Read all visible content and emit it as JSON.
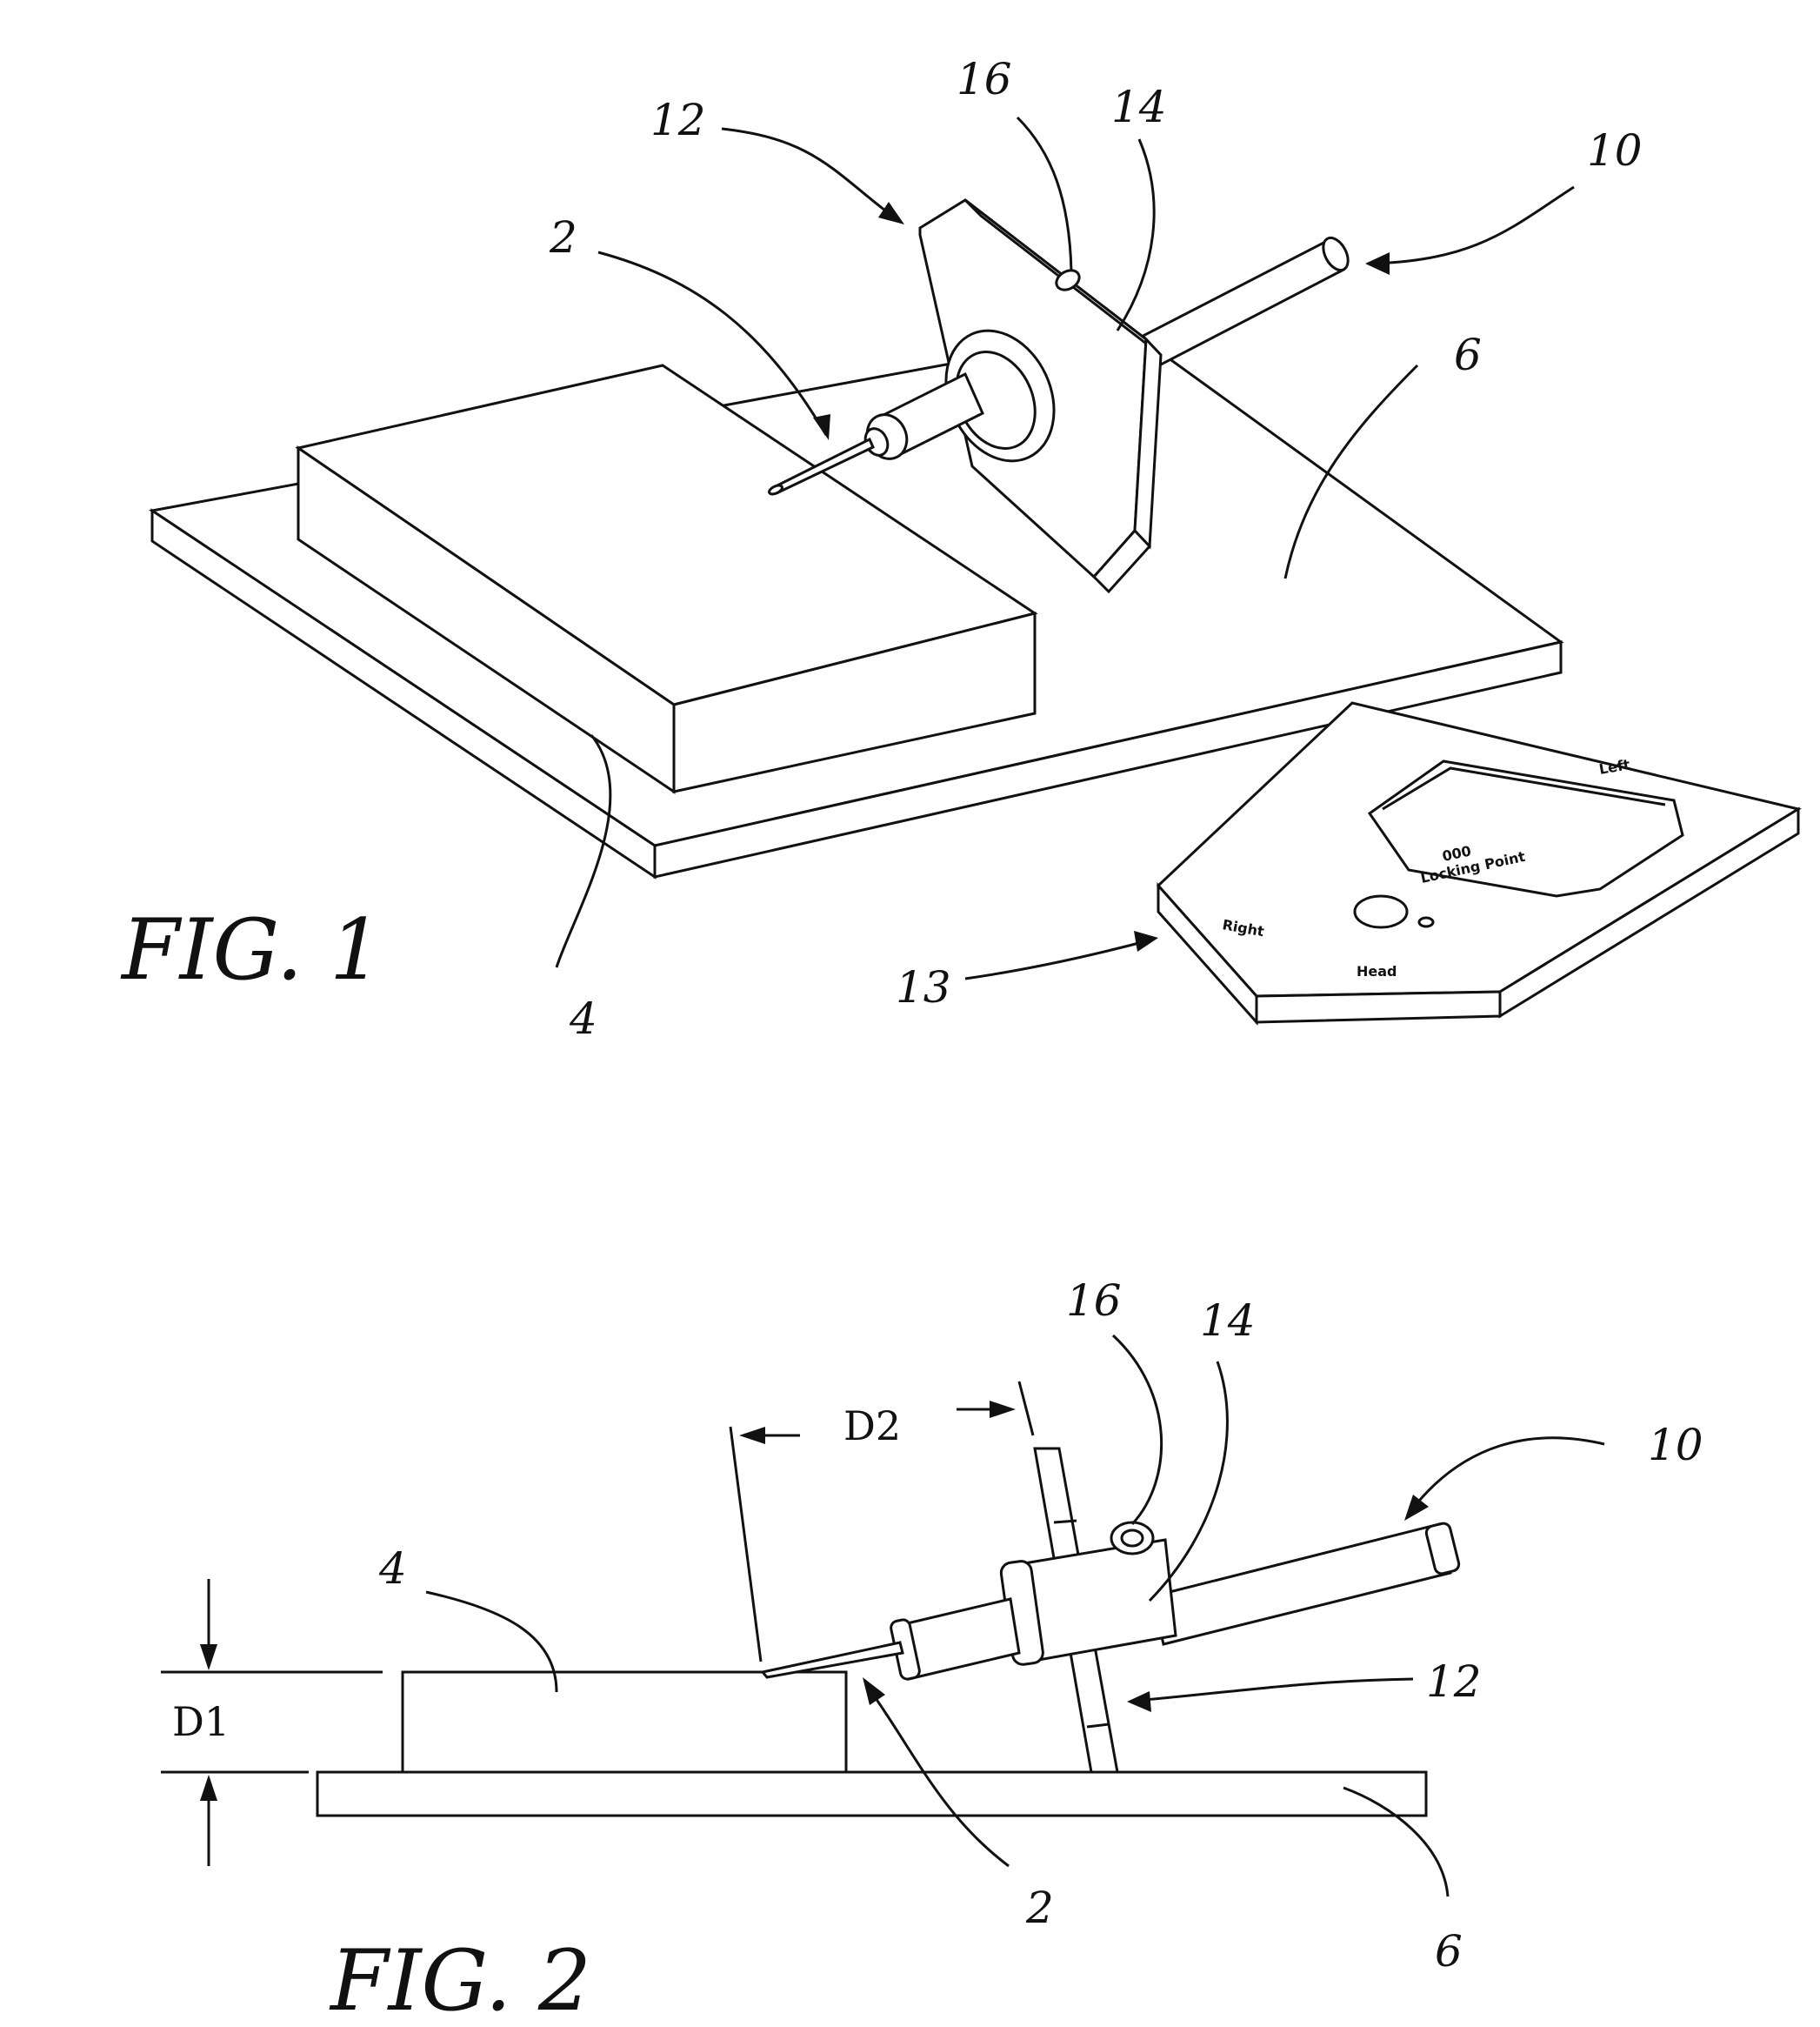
{
  "figures": [
    {
      "title": "FIG. 1",
      "labels": {
        "needle": "2",
        "block": "4",
        "base_plate": "6",
        "rod": "10",
        "guide_plate": "12",
        "template": "13",
        "collar": "14",
        "set_screw": "16"
      }
    },
    {
      "title": "FIG. 2",
      "labels": {
        "needle": "2",
        "block": "4",
        "base_plate": "6",
        "rod": "10",
        "guide_plate": "12",
        "collar": "14",
        "set_screw": "16"
      },
      "dimensions": {
        "d1": "D1",
        "d2": "D2"
      }
    }
  ]
}
